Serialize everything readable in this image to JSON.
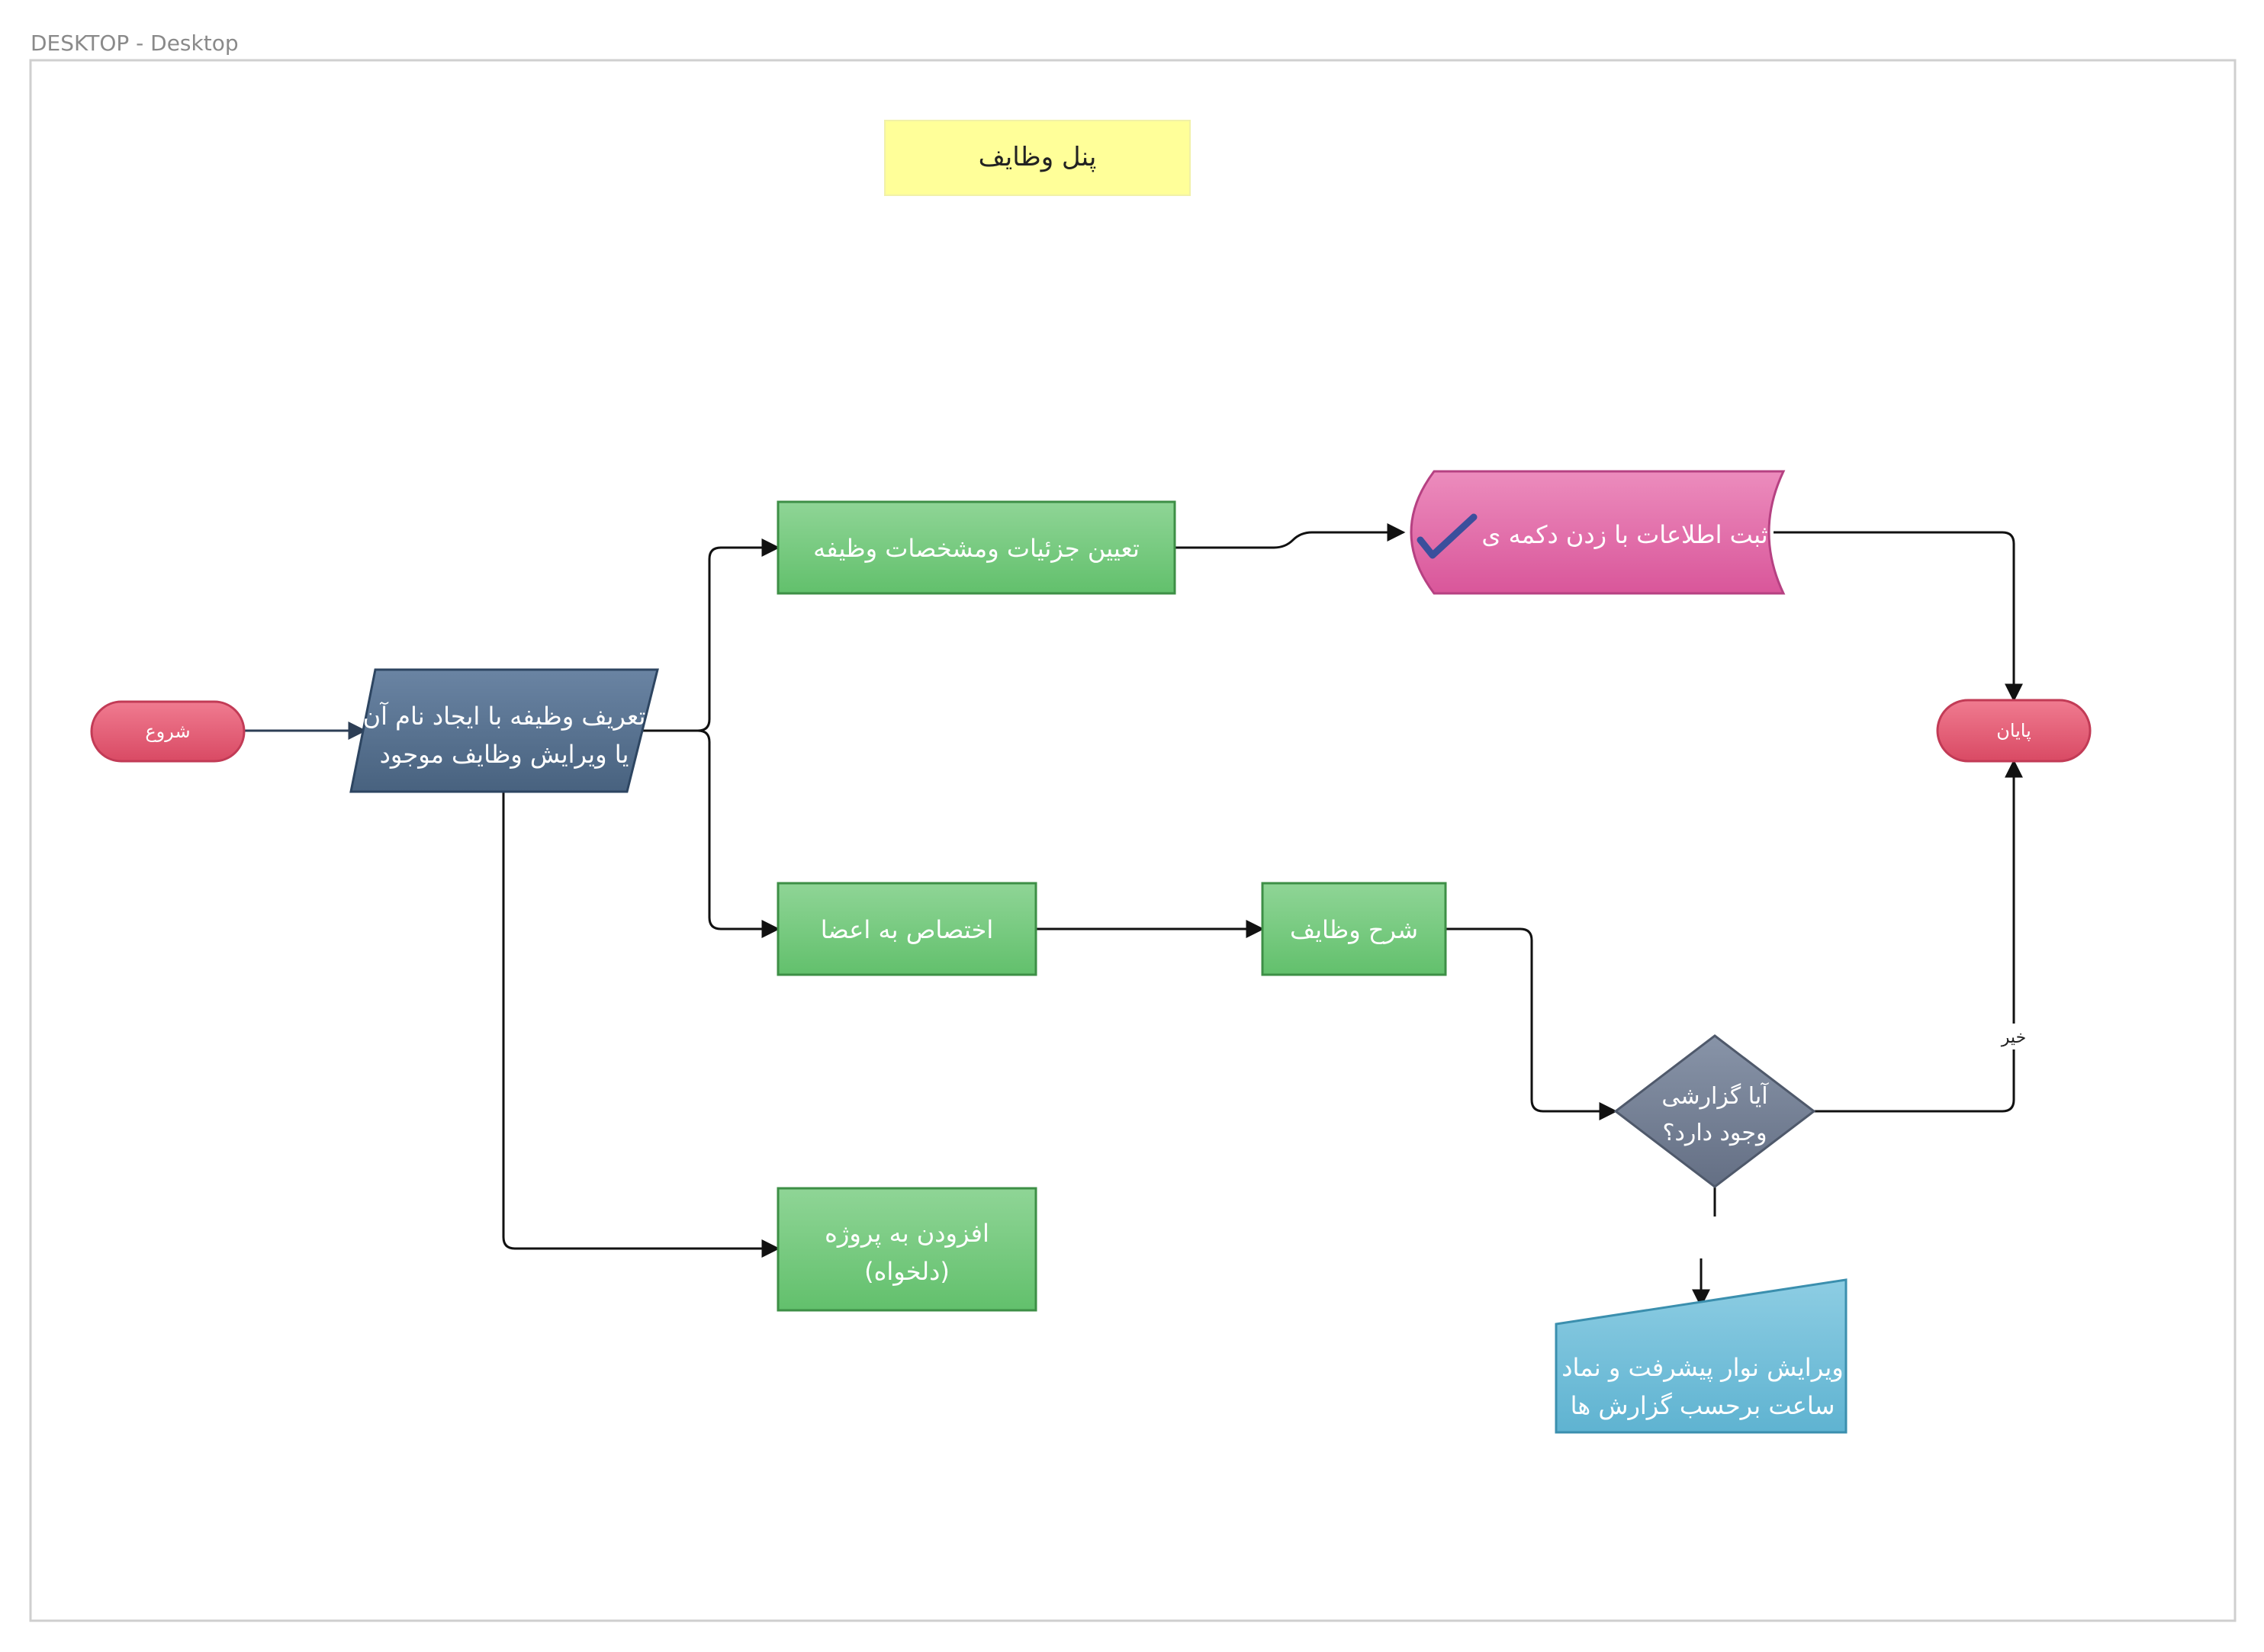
{
  "frame": {
    "label": "DESKTOP - Desktop"
  },
  "nodes": {
    "title": "پنل وظایف",
    "start": "شروع",
    "define_task": [
      "تعریف وظیفه با ایجاد نام آن",
      "یا ویرایش وظایف موجود"
    ],
    "set_details": "تعیین جزئیات ومشخصات وظیفه",
    "save_info": "ثبت اطلاعات با زدن دکمه ی",
    "end": "پایان",
    "assign_members": "اختصاص به اعضا",
    "task_description": "شرح وظایف",
    "report_exists": [
      "آیا گزارشی",
      "وجود دارد؟"
    ],
    "add_to_project": [
      "افزودن به پروژه",
      "(دلخواه)"
    ],
    "edit_progress": [
      "ویرایش نوار پیشرفت و نماد",
      "ساعت برحسب گزارش ها"
    ]
  },
  "edges": {
    "no_label": "خیر"
  },
  "colors": {
    "start_end": "#e0566f",
    "define_task": "#4f6a8a",
    "process_green": "#6cc476",
    "save_pink": "#df5e9d",
    "decision": "#6d7a90",
    "edit_blue": "#6bbad6",
    "title_yellow": "#ffff99",
    "checkmark": "#3b4f9c"
  },
  "icons": {
    "save_checkmark": "checkmark-icon"
  }
}
